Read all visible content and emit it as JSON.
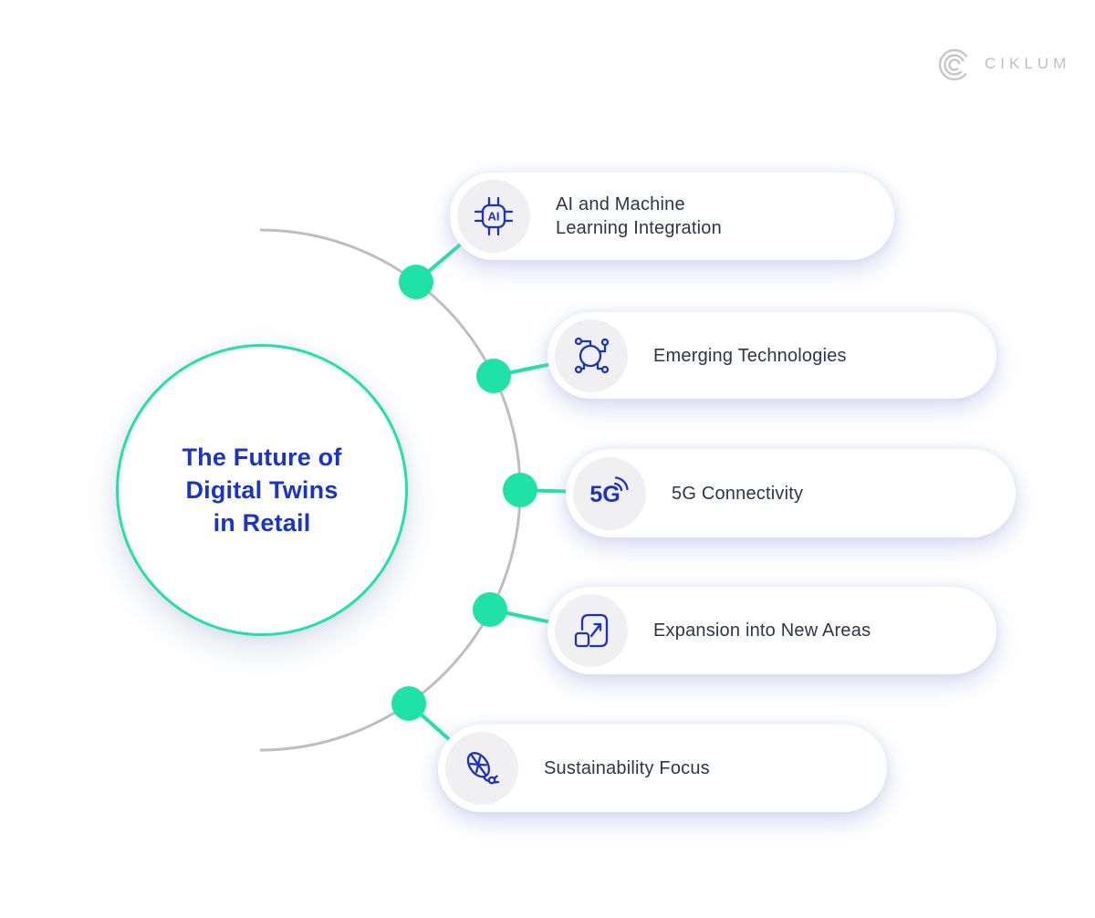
{
  "brand": {
    "name": "CIKLUM",
    "logo_color": "#c6c6c8"
  },
  "center": {
    "title": "The Future of\nDigital Twins\nin Retail",
    "title_color": "#1a33cb",
    "ring_color": "#1ee2a6"
  },
  "colors": {
    "accent_teal": "#1ee2a6",
    "arc_gray": "#bebebe",
    "icon_blue": "#1b30c4",
    "label_dark": "#2d3648",
    "icon_circle_bg": "#f0f0f3",
    "pill_bg": "#ffffff",
    "page_bg": "#ffffff"
  },
  "items": [
    {
      "id": "ai-ml",
      "label": "AI and Machine\nLearning Integration",
      "icon": "ai-chip-icon",
      "icon_text": "AI"
    },
    {
      "id": "emerging-tech",
      "label": "Emerging Technologies",
      "icon": "network-nodes-icon"
    },
    {
      "id": "5g",
      "label": "5G Connectivity",
      "icon": "5g-signal-icon",
      "icon_text": "5G"
    },
    {
      "id": "expansion",
      "label": "Expansion into New Areas",
      "icon": "expand-arrow-icon"
    },
    {
      "id": "sustainability",
      "label": "Sustainability Focus",
      "icon": "leaf-energy-icon"
    }
  ]
}
